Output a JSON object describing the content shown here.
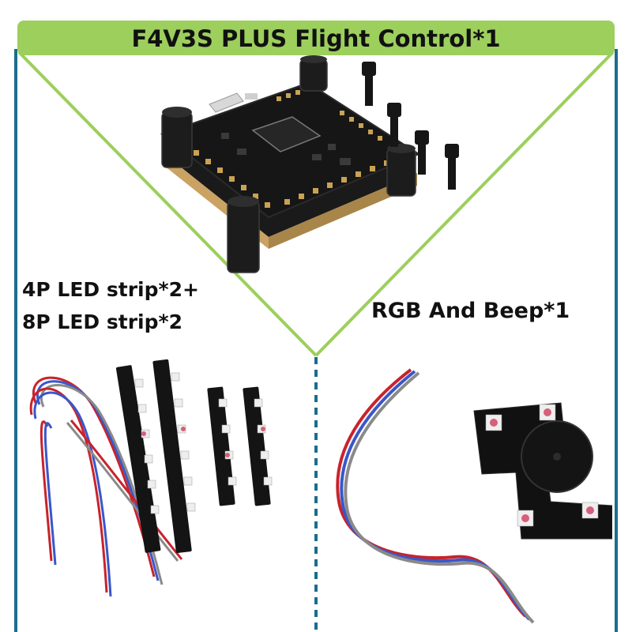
{
  "banner": {
    "title": "F4V3S PLUS Flight Control*1"
  },
  "sections": {
    "led": {
      "line1": "4P LED strip*2+",
      "line2": "8P LED strip*2"
    },
    "rgb": {
      "label": "RGB And Beep*1"
    }
  },
  "colors": {
    "banner_green": "#9ccf5c",
    "divider_blue": "#1b6d8e",
    "pcb_black": "#151515",
    "gold_pad": "#c9a253",
    "wire_red": "#c8232c",
    "wire_blue": "#3a57c8",
    "wire_grey": "#8a8a8a"
  }
}
